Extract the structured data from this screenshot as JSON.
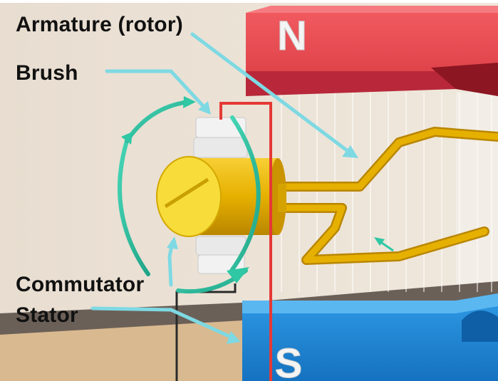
{
  "labels": {
    "armature": "Armature (rotor)",
    "brush": "Brush",
    "commutator": "Commutator",
    "stator": "Stator"
  },
  "magnets": {
    "north": "N",
    "south": "S"
  },
  "colors": {
    "callout_arrow": "#7ed9e3",
    "north_pole": "#e8434b",
    "south_pole": "#1e88d8",
    "armature_coil": "#e3a900",
    "commutator": "#f5d21b",
    "field_arc": "#2fc7a4",
    "wire": "#e53935"
  }
}
